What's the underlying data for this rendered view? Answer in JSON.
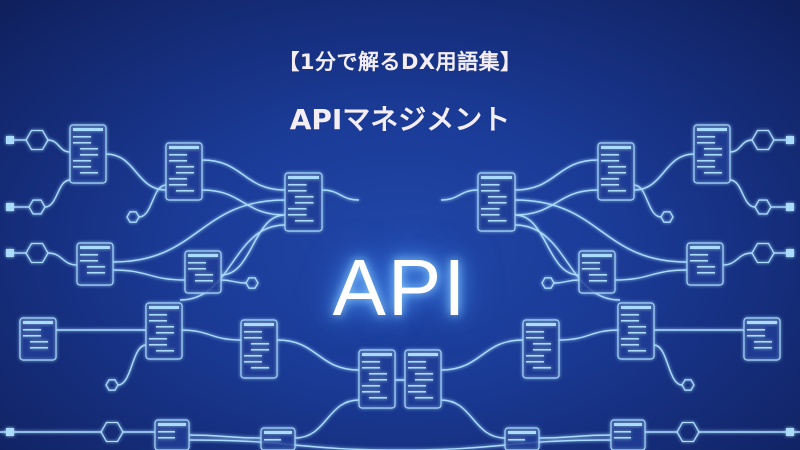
{
  "header": {
    "subtitle": "【1分で解るDX用語集】",
    "title": "APIマネジメント"
  },
  "illustration": {
    "center_label": "API",
    "colors": {
      "background": "#1a3a95",
      "line": "#a9dcff",
      "glow": "#5aa8ff",
      "text": "#f4eef4"
    }
  }
}
